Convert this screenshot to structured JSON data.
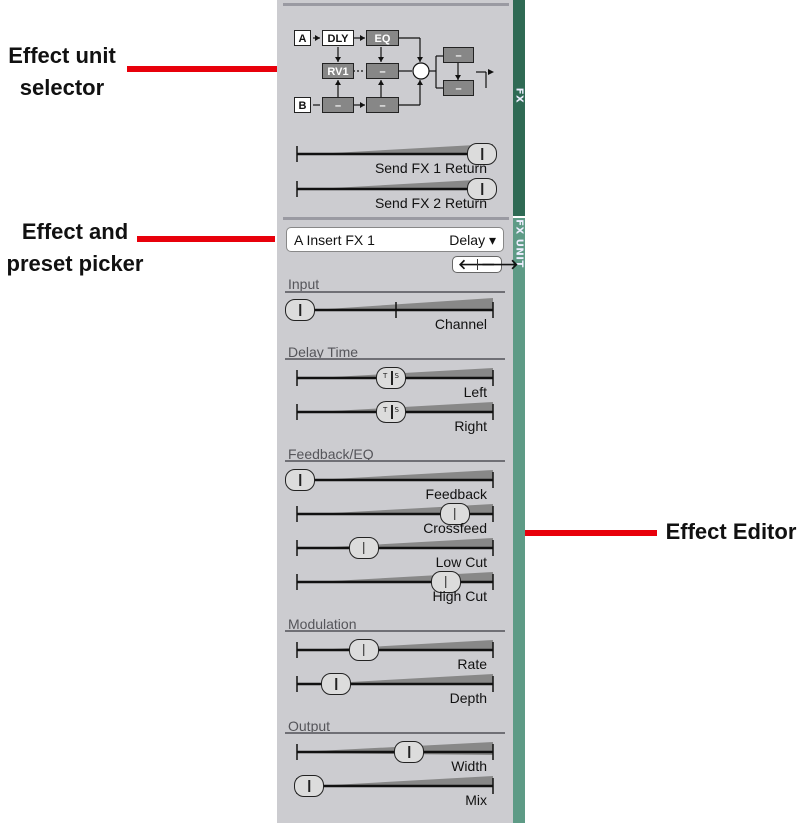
{
  "callouts": {
    "unit_selector": [
      "Effect unit",
      "selector"
    ],
    "picker": [
      "Effect and",
      "preset picker"
    ],
    "editor": "Effect Editor"
  },
  "tabs": {
    "fx": "FX",
    "fx_unit": "FX UNIT"
  },
  "routing": {
    "input_a": "A",
    "input_b": "B",
    "row1": [
      "DLY",
      "EQ"
    ],
    "row2": [
      "RV1",
      "–"
    ],
    "row3": [
      "–",
      "–"
    ],
    "master": [
      "–",
      "–"
    ]
  },
  "sends": [
    {
      "label": "Send FX 1 Return",
      "value": 1.0
    },
    {
      "label": "Send FX 2 Return",
      "value": 1.0
    }
  ],
  "picker": {
    "name": "A Insert FX 1",
    "type": "Delay ▾",
    "prev": "🡐",
    "next": "🡒"
  },
  "sections": {
    "input": {
      "title": "Input",
      "sliders": [
        {
          "label": "Channel",
          "value": 0.0
        }
      ]
    },
    "delay_time": {
      "title": "Delay Time",
      "sliders": [
        {
          "label": "Left",
          "value": 0.5,
          "t": "T",
          "s": "S"
        },
        {
          "label": "Right",
          "value": 0.5,
          "t": "T",
          "s": "S"
        }
      ]
    },
    "feedback_eq": {
      "title": "Feedback/EQ",
      "sliders": [
        {
          "label": "Feedback",
          "value": 0.0
        },
        {
          "label": "Crossfeed",
          "value": 0.85
        },
        {
          "label": "Low Cut",
          "value": 0.35
        },
        {
          "label": "High Cut",
          "value": 0.8
        }
      ]
    },
    "modulation": {
      "title": "Modulation",
      "sliders": [
        {
          "label": "Rate",
          "value": 0.35
        },
        {
          "label": "Depth",
          "value": 0.2
        }
      ]
    },
    "output": {
      "title": "Output",
      "sliders": [
        {
          "label": "Width",
          "value": 0.6
        },
        {
          "label": "Mix",
          "value": 0.05
        }
      ]
    }
  }
}
